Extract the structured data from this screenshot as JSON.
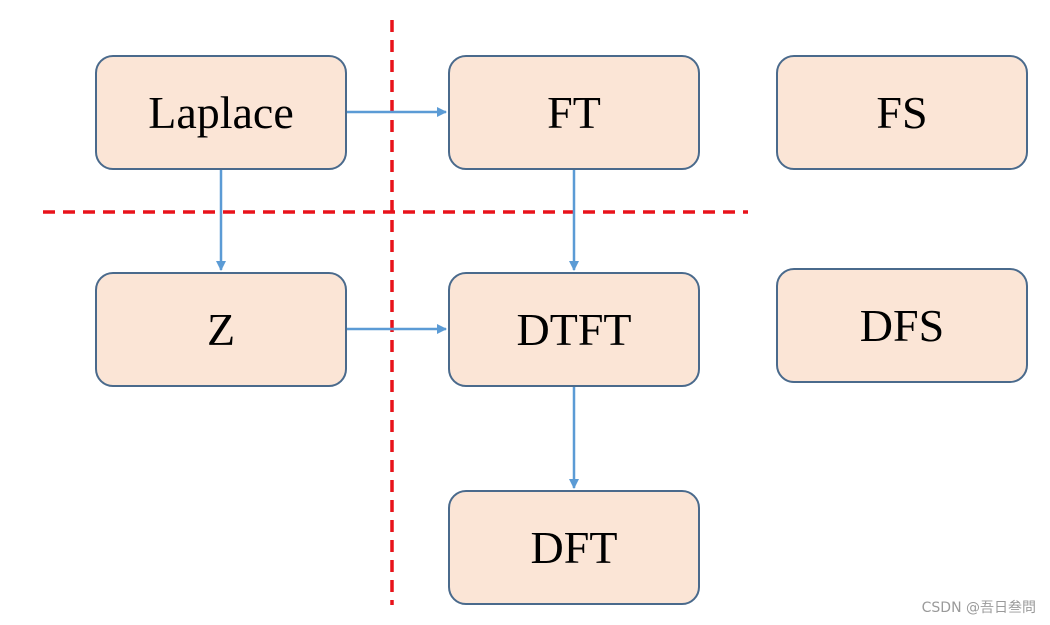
{
  "colors": {
    "box_fill": "#fbe5d6",
    "box_border": "#4a6a8c",
    "arrow": "#5b9bd5",
    "divider": "#e8121a"
  },
  "boxes": {
    "laplace": "Laplace",
    "ft": "FT",
    "fs": "FS",
    "z": "Z",
    "dtft": "DTFT",
    "dfs": "DFS",
    "dft": "DFT"
  },
  "watermark": "CSDN @吾日叁問"
}
